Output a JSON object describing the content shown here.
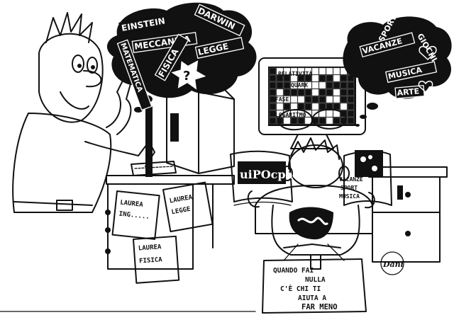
{
  "left_thought_cloud": {
    "words": [
      "EINSTEIN",
      "DARWIN",
      "MECCANICA",
      "FISICA",
      "MATEMATICA",
      "LEGGE"
    ],
    "question_mark": "?"
  },
  "left_papers": [
    {
      "line1": "LAUREA",
      "line2": "ING....."
    },
    {
      "line1": "LAUREA",
      "line2": "LEGGE"
    },
    {
      "line1": "LAUREA",
      "line2": "FISICA"
    }
  ],
  "crossword_screen": {
    "words": [
      "RELATIVITÀ",
      "QUARK",
      "FASE",
      "LOGARITMO"
    ]
  },
  "right_thought_cloud": {
    "words": [
      "SPORT",
      "VACANZE",
      "GIOCHI",
      "MUSICA",
      "ARTE"
    ]
  },
  "magazine": {
    "cover_title": "uiPOcpà",
    "topics": [
      "VACANZE",
      "SPORT",
      "MUSICA"
    ]
  },
  "sign_text": {
    "lines": [
      "QUANDO FAI",
      "NULLA",
      "C'È CHI TI",
      "AIUTA A",
      "FAR MENO"
    ]
  },
  "signature": "Dani"
}
